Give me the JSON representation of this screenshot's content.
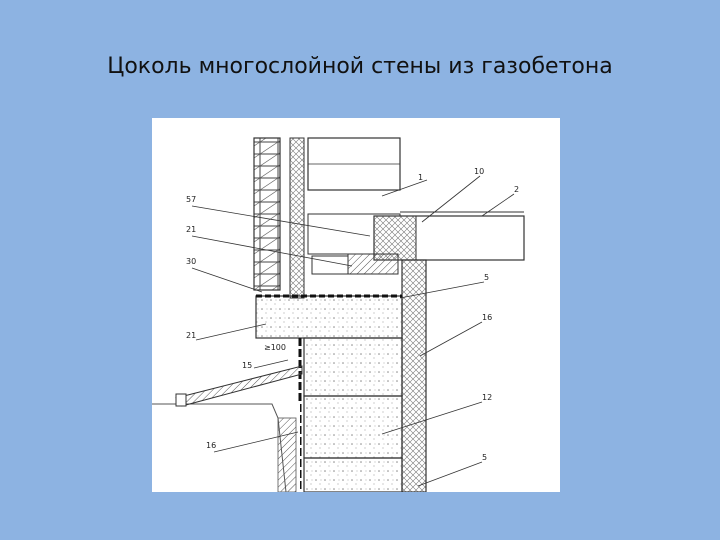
{
  "slide": {
    "title": "Цоколь многослойной стены из газобетона"
  },
  "labels": {
    "l1": "1",
    "l10": "10",
    "l2": "2",
    "l57": "57",
    "l21_top": "21",
    "l30": "30",
    "l5_top": "5",
    "l21_bottom": "21",
    "l16_right": "16",
    "l15": "15",
    "l12": "12",
    "l16_left": "16",
    "l5_bottom": "5",
    "dim": "≥100"
  },
  "colors": {
    "background": "#8DB3E2",
    "figure_bg": "#FFFFFF",
    "line": "#333333"
  }
}
